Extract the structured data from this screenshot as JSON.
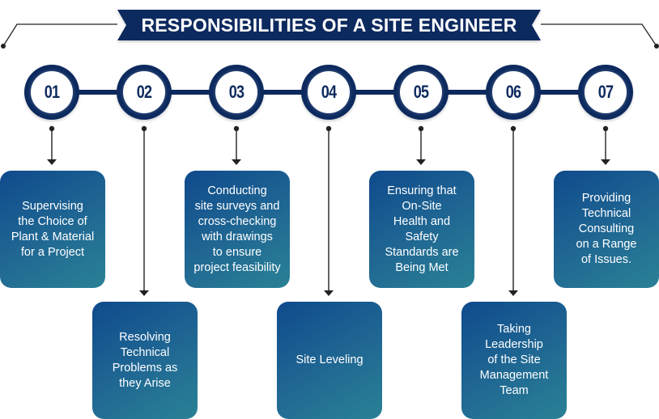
{
  "title": "RESPONSIBILITIES OF A SITE ENGINEER",
  "colors": {
    "navy": "#0d2a5e",
    "card_gradient_start": "#0f4a8c",
    "card_gradient_end": "#2a8195",
    "connector": "#222222",
    "card_text": "#ffffff"
  },
  "steps": [
    {
      "number": "01",
      "text": "Supervising\nthe Choice of\nPlant & Material\nfor a Project",
      "row": "top"
    },
    {
      "number": "02",
      "text": "Resolving\nTechnical\nProblems as\nthey Arise",
      "row": "bottom"
    },
    {
      "number": "03",
      "text": "Conducting\nsite surveys and\ncross-checking\nwith drawings\nto ensure\nproject feasibility",
      "row": "top"
    },
    {
      "number": "04",
      "text": "Site Leveling",
      "row": "bottom"
    },
    {
      "number": "05",
      "text": "Ensuring that\nOn-Site\nHealth and\nSafety\nStandards are\nBeing Met",
      "row": "top"
    },
    {
      "number": "06",
      "text": "Taking\nLeadership\nof the Site\nManagement\nTeam",
      "row": "bottom"
    },
    {
      "number": "07",
      "text": "Providing\nTechnical\nConsulting\non a Range\nof Issues.",
      "row": "top"
    }
  ]
}
